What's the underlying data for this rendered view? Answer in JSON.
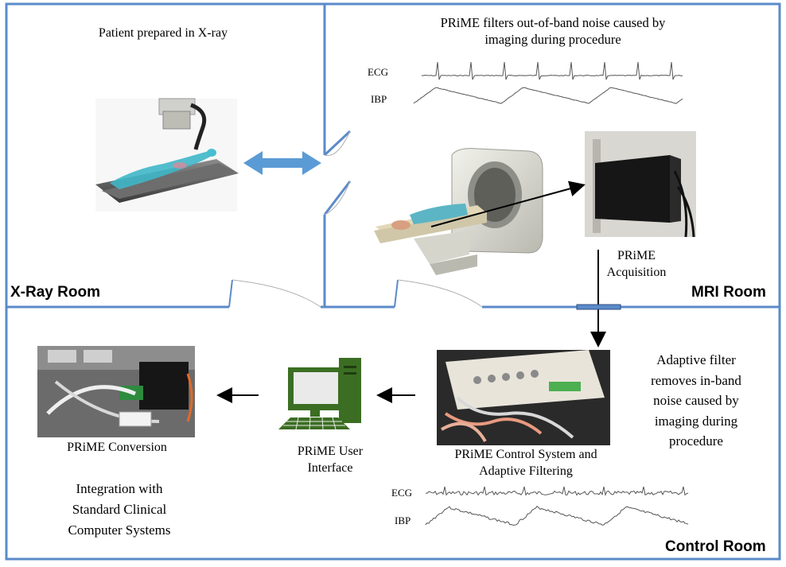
{
  "rooms": {
    "xray_label": "X-Ray Room",
    "mri_label": "MRI Room",
    "control_label": "Control Room"
  },
  "xray": {
    "caption": "Patient prepared in X-ray"
  },
  "mri": {
    "caption_line1": "PRiME filters out-of-band noise caused by",
    "caption_line2": "imaging during procedure",
    "signal_ecg": "ECG",
    "signal_ibp": "IBP",
    "acquisition_line1": "PRiME",
    "acquisition_line2": "Acquisition"
  },
  "control": {
    "adaptive_lines": [
      "Adaptive filter",
      "removes in-band",
      "noise caused by",
      "imaging during",
      "procedure"
    ],
    "control_system_line1": "PRiME Control System and",
    "control_system_line2": "Adaptive Filtering",
    "user_interface_line1": "PRiME User",
    "user_interface_line2": "Interface",
    "conversion_label": "PRiME Conversion",
    "integration_lines": [
      "Integration with",
      "Standard Clinical",
      "Computer Systems"
    ],
    "signal_ecg": "ECG",
    "signal_ibp": "IBP"
  },
  "colors": {
    "wall": "#5b8ac9",
    "arrow_blue": "#5b9bd5",
    "monitor_green": "#3b6e22"
  }
}
